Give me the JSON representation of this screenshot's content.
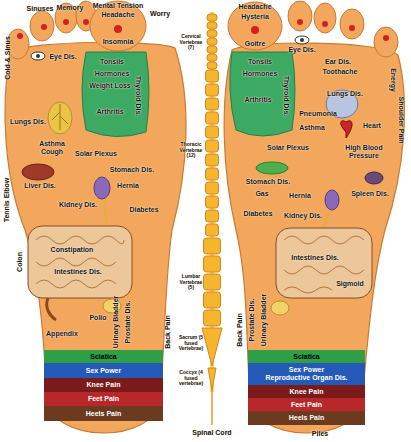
{
  "diagram": {
    "nodes": [
      {
        "text": [
          "Sciatica"
        ]
      },
      {
        "text": [
          "Sex Power"
        ]
      },
      {
        "text": [
          "Knee Pain"
        ]
      },
      {
        "text": [
          "Feet Pain"
        ]
      },
      {
        "text": [
          "Heels Pain"
        ]
      },
      {
        "text": [
          "Sciatica"
        ]
      },
      {
        "text": [
          "Sex Power",
          "Reproductive Organ Dis."
        ]
      },
      {
        "text": [
          "Knee Pain"
        ]
      },
      {
        "text": [
          "Feet Pain"
        ]
      },
      {
        "text": [
          "Heels Pain"
        ]
      }
    ],
    "labels": [
      "Cold & Sinus",
      "Sinuses",
      "Memory",
      "Mental Tension",
      "Headache",
      "Worry",
      "Insomnia",
      "Eye Dis.",
      "Tonsils",
      "Hormones",
      "Weight Loss",
      "Thyroid Dis.",
      "Arthritis",
      "Lungs Dis.",
      "Asthma Cough",
      "Solar Plexus",
      "Stomach Dis.",
      "Liver Dis.",
      "Hernia",
      "Kidney Dis.",
      "Diabetes",
      "Colon",
      "Constipation",
      "Intestines Dis.",
      "Appendix",
      "Polio",
      "Urinary Bladder",
      "Prostate Dis.",
      "Tennis Elbow",
      "Back Pain",
      "Cervical Vertebrae (7)",
      "Thoracic Vertebrae (12)",
      "Lumbar Vertebrae (5)",
      "Sacrum (5 fused Vertebrae)",
      "Coccyx (4 fused vertebrae)",
      "Spinal Cord",
      "Headache",
      "Hysteria",
      "Goitre",
      "Eye Dis.",
      "Ear Dis.",
      "Toothache",
      "Energy",
      "Tonsils",
      "Hormones",
      "Arthritis",
      "Thyroid Dis.",
      "Lungs Dis.",
      "Pneumonia",
      "Asthma",
      "Heart",
      "High Blood Pressure",
      "Shoulder Pain",
      "Solar Plexus",
      "Stomach Dis.",
      "Gas",
      "Spleen Dis.",
      "Hernia",
      "Diabetes",
      "Kidney Dis.",
      "Intestines Dis.",
      "Sigmoid",
      "Urinary Bladder",
      "Prostate Dis.",
      "Back Pain",
      "Piles"
    ]
  }
}
